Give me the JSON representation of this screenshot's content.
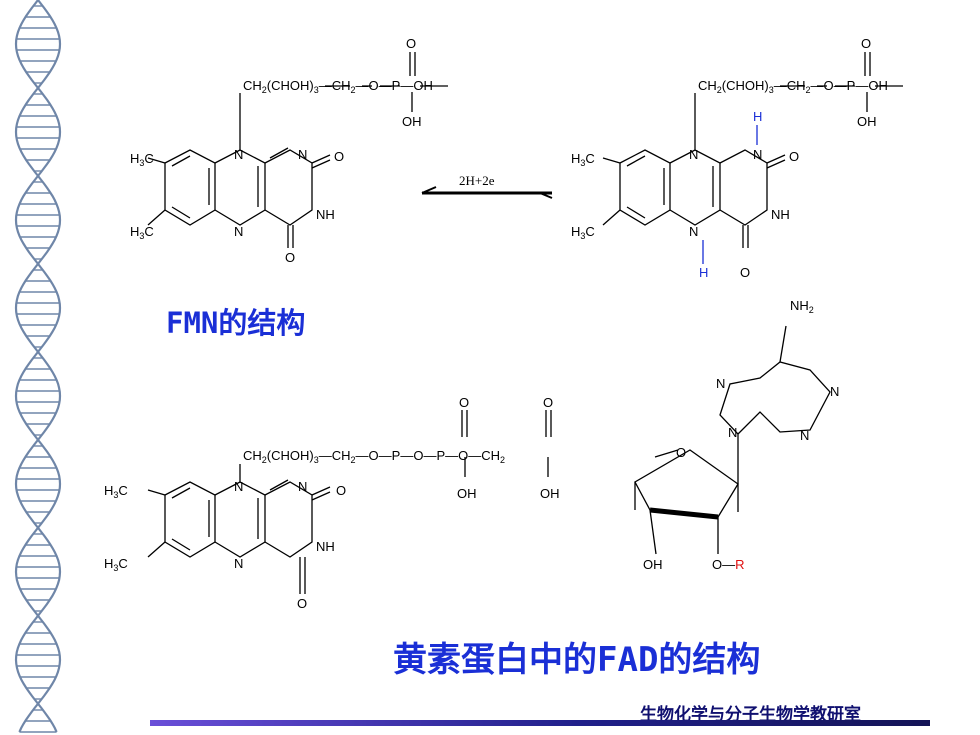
{
  "slide": {
    "fmn_caption": "FMN的结构",
    "fad_caption": "黄素蛋白中的FAD的结构",
    "department": "生物化学与分子生物学教研室",
    "reaction_label": "2H+2e",
    "colors": {
      "caption": "#1a2fd6",
      "reduced_h": "#1a2fd6",
      "r_group": "#e01010",
      "footer": "#20208a"
    }
  },
  "fmn_oxidized": {
    "side_chain": "CH₂(CHOH)₃—CH₂—O—P—OH",
    "atoms": [
      "H₃C",
      "H₃C",
      "N",
      "N",
      "N",
      "NH",
      "O",
      "O",
      "O",
      "OH"
    ]
  },
  "fmn_reduced": {
    "side_chain": "CH₂(CHOH)₃—CH₂—O—P—OH",
    "atoms": [
      "H₃C",
      "H₃C",
      "N",
      "N",
      "N",
      "NH",
      "O",
      "O",
      "O",
      "OH",
      "H",
      "H"
    ]
  },
  "fad": {
    "side_chain": "CH₂(CHOH)₃—CH₂—O—P—O—P—O—CH₂",
    "adenine_amine": "NH₂",
    "ribose_substituents": [
      "OH",
      "O—R"
    ],
    "atoms": [
      "H₃C",
      "H₃C",
      "N",
      "N",
      "N",
      "NH",
      "O",
      "O",
      "O",
      "O",
      "OH",
      "OH",
      "N",
      "N",
      "N",
      "N"
    ]
  }
}
